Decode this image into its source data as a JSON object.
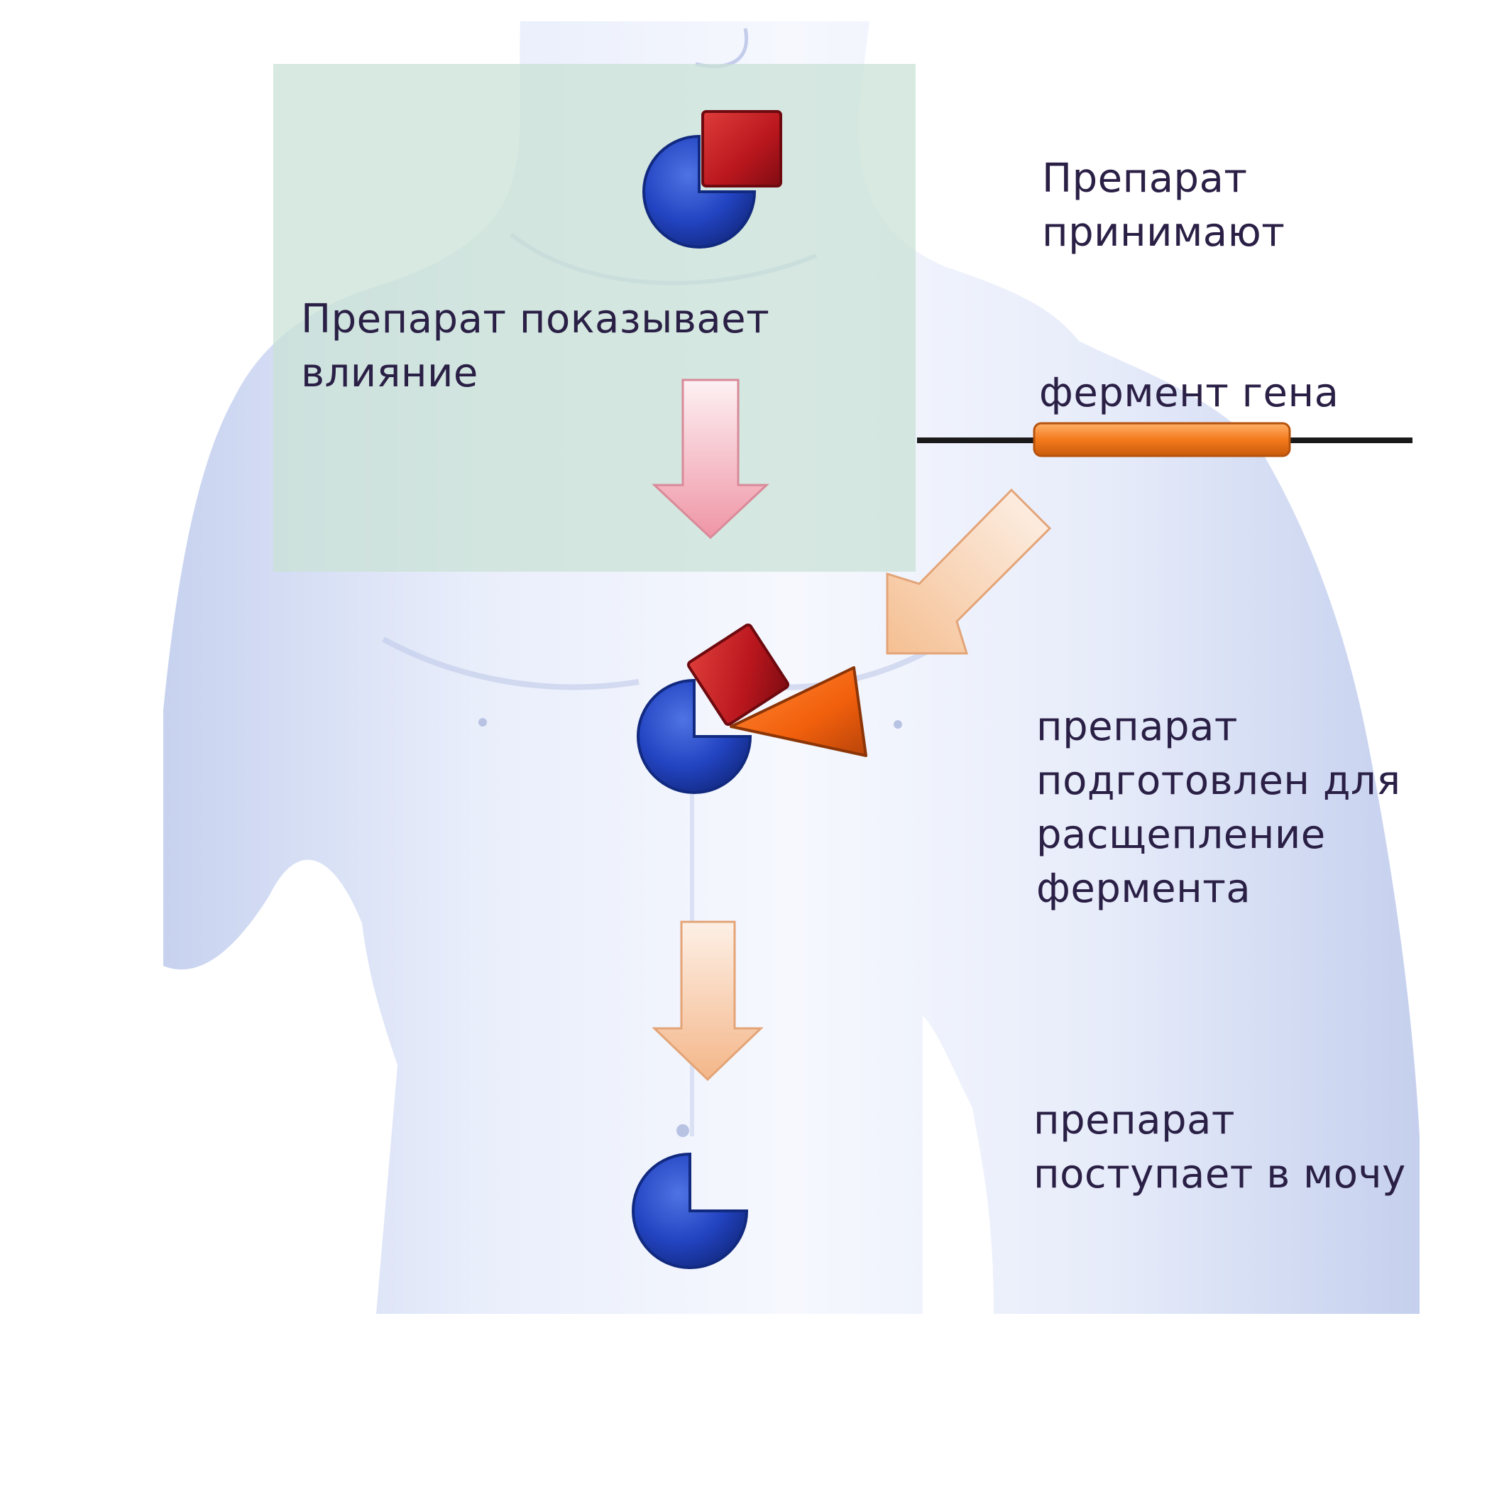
{
  "labels": {
    "taken": [
      "Препарат",
      "принимают"
    ],
    "effect": [
      "Препарат показывает",
      "влияние"
    ],
    "enzyme": [
      "фермент гена"
    ],
    "prepared": [
      "препарат",
      "подготовлен для",
      "расщепление",
      "фермента"
    ],
    "urine": [
      "препарат",
      "поступает в мочу"
    ]
  },
  "colors": {
    "text": "#2a1f45",
    "drug_blue": "#1f3fb8",
    "drug_red": "#b3161e",
    "enzyme_orange": "#f2650f",
    "gene_bar_orange": "#f47a1c",
    "gene_line": "#1a1a1a",
    "arrow_pink": "#f3a9b4",
    "arrow_peach": "#f7c79a",
    "body_tint": "#dfe6f8",
    "highlight_box": "#c9e2d6"
  },
  "icons": {
    "drug_molecule": "pie-three-quarter-icon",
    "drug_bound": "red-square-icon",
    "enzyme": "orange-triangle-icon",
    "gene": "gene-bar-icon"
  }
}
